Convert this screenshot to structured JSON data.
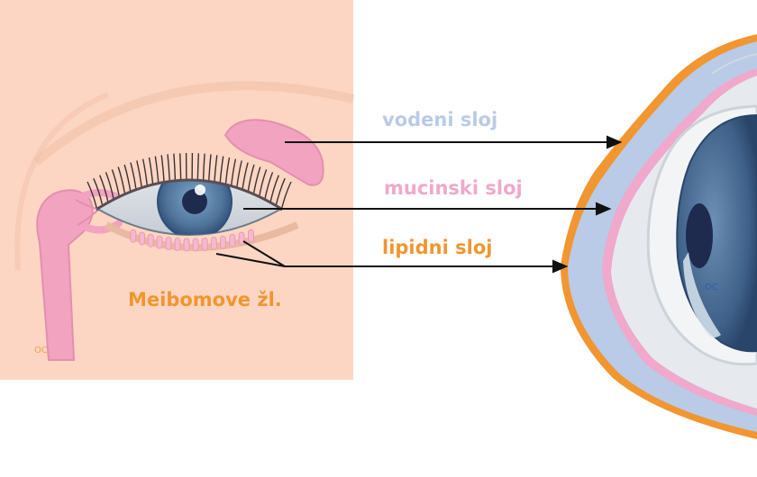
{
  "labels": {
    "aqueous": "vodeni sloj",
    "mucin": "mucinski sloj",
    "lipid": "lipidni sloj",
    "meibomian": "Meibomove žl."
  },
  "watermarks": {
    "left": "OC",
    "right": "OC"
  },
  "colors": {
    "panel_bg": "#fcd6c3",
    "aqueous": "#b9cbe6",
    "mucin": "#f0a8cc",
    "lipid": "#f19630",
    "gland_pink": "#f2a3c0",
    "iris": "#5b7fa3",
    "pupil": "#1f2a4f"
  }
}
